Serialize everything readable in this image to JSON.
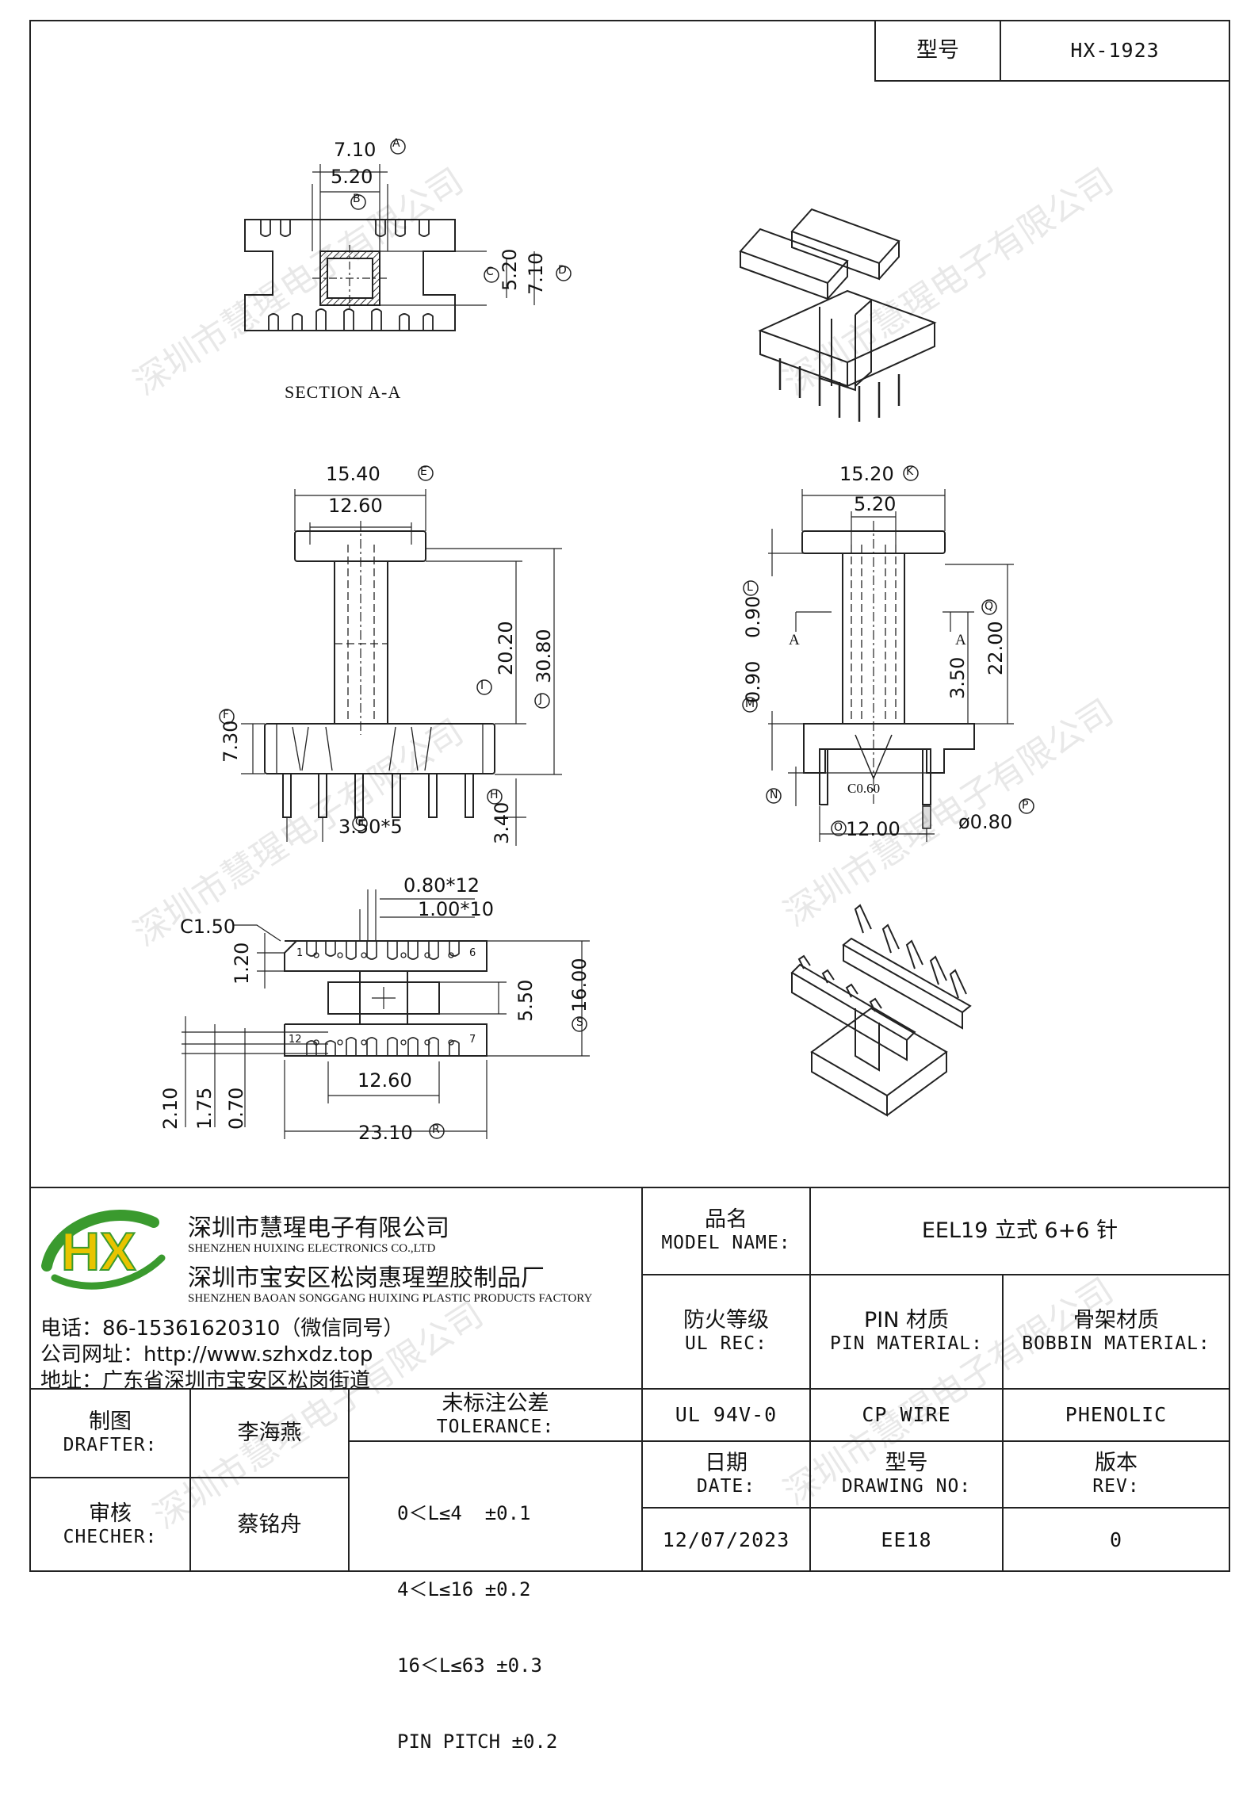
{
  "header": {
    "model_label": "型号",
    "model_value": "HX-1923"
  },
  "drawing": {
    "section_label": "SECTION A-A",
    "top_view": {
      "dims": [
        "7.10",
        "5.20",
        "5.20",
        "7.10"
      ],
      "markers": [
        "A",
        "B",
        "C",
        "D"
      ]
    },
    "front_view": {
      "dims": [
        "15.40",
        "12.60",
        "20.20",
        "30.80",
        "7.30",
        "3.50*5",
        "3.40"
      ],
      "markers": [
        "E",
        "I",
        "J",
        "F",
        "G",
        "H"
      ]
    },
    "side_view": {
      "dims": [
        "15.20",
        "5.20",
        "0.90",
        "0.90",
        "3.50",
        "22.00",
        "C0.60",
        "12.00",
        "ø0.80"
      ],
      "markers": [
        "K",
        "L",
        "M",
        "Q",
        "N",
        "O",
        "P"
      ],
      "section_marks": [
        "A",
        "A"
      ]
    },
    "bottom_view": {
      "dims": [
        "0.80*12",
        "1.00*10",
        "C1.50",
        "1.20",
        "5.50",
        "16.00",
        "12.60",
        "23.10",
        "2.10",
        "1.75",
        "0.70"
      ],
      "markers": [
        "S",
        "R"
      ],
      "pin_labels": [
        "1",
        "6",
        "12",
        "7"
      ]
    }
  },
  "company": {
    "logo_text": "HX",
    "name_cn": "深圳市慧瑆电子有限公司",
    "name_en": "SHENZHEN HUIXING ELECTRONICS CO.,LTD",
    "factory_cn": "深圳市宝安区松岗惠瑆塑胶制品厂",
    "factory_en": "SHENZHEN BAOAN SONGGANG HUIXING PLASTIC PRODUCTS FACTORY",
    "phone": "电话：86-15361620310（微信同号）",
    "website": "公司网址：http://www.szhxdz.top",
    "address": "地址：广东省深圳市宝安区松岗街道"
  },
  "title_block": {
    "model_name_cn": "品名",
    "model_name_en": "MODEL NAME:",
    "model_name_value": "EEL19 立式 6+6 针",
    "ul_cn": "防火等级",
    "ul_en": "UL REC:",
    "pin_cn": "PIN 材质",
    "pin_en": "PIN MATERIAL:",
    "bobbin_cn": "骨架材质",
    "bobbin_en": "BOBBIN MATERIAL:",
    "ul_value": "UL 94V-0",
    "pin_value": "CP WIRE",
    "bobbin_value": "PHENOLIC",
    "drafter_cn": "制图",
    "drafter_en": "DRAFTER:",
    "drafter_name": "李海燕",
    "checker_cn": "审核",
    "checker_en": "CHECHER:",
    "checker_name": "蔡铭舟",
    "tolerance_cn": "未标注公差",
    "tolerance_en": "TOLERANCE:",
    "tolerances": [
      "0＜L≤4  ±0.1",
      "4＜L≤16 ±0.2",
      "16＜L≤63 ±0.3",
      "PIN PITCH ±0.2"
    ],
    "date_cn": "日期",
    "date_en": "DATE:",
    "date_value": "12/07/2023",
    "drawing_no_cn": "型号",
    "drawing_no_en": "DRAWING NO:",
    "drawing_no_value": "EE18",
    "rev_cn": "版本",
    "rev_en": "REV:",
    "rev_value": "0"
  },
  "watermark": "深圳市慧瑆电子有限公司",
  "colors": {
    "logo_green": "#3a9a2e",
    "logo_yellow": "#e8c400",
    "line": "#222222"
  }
}
